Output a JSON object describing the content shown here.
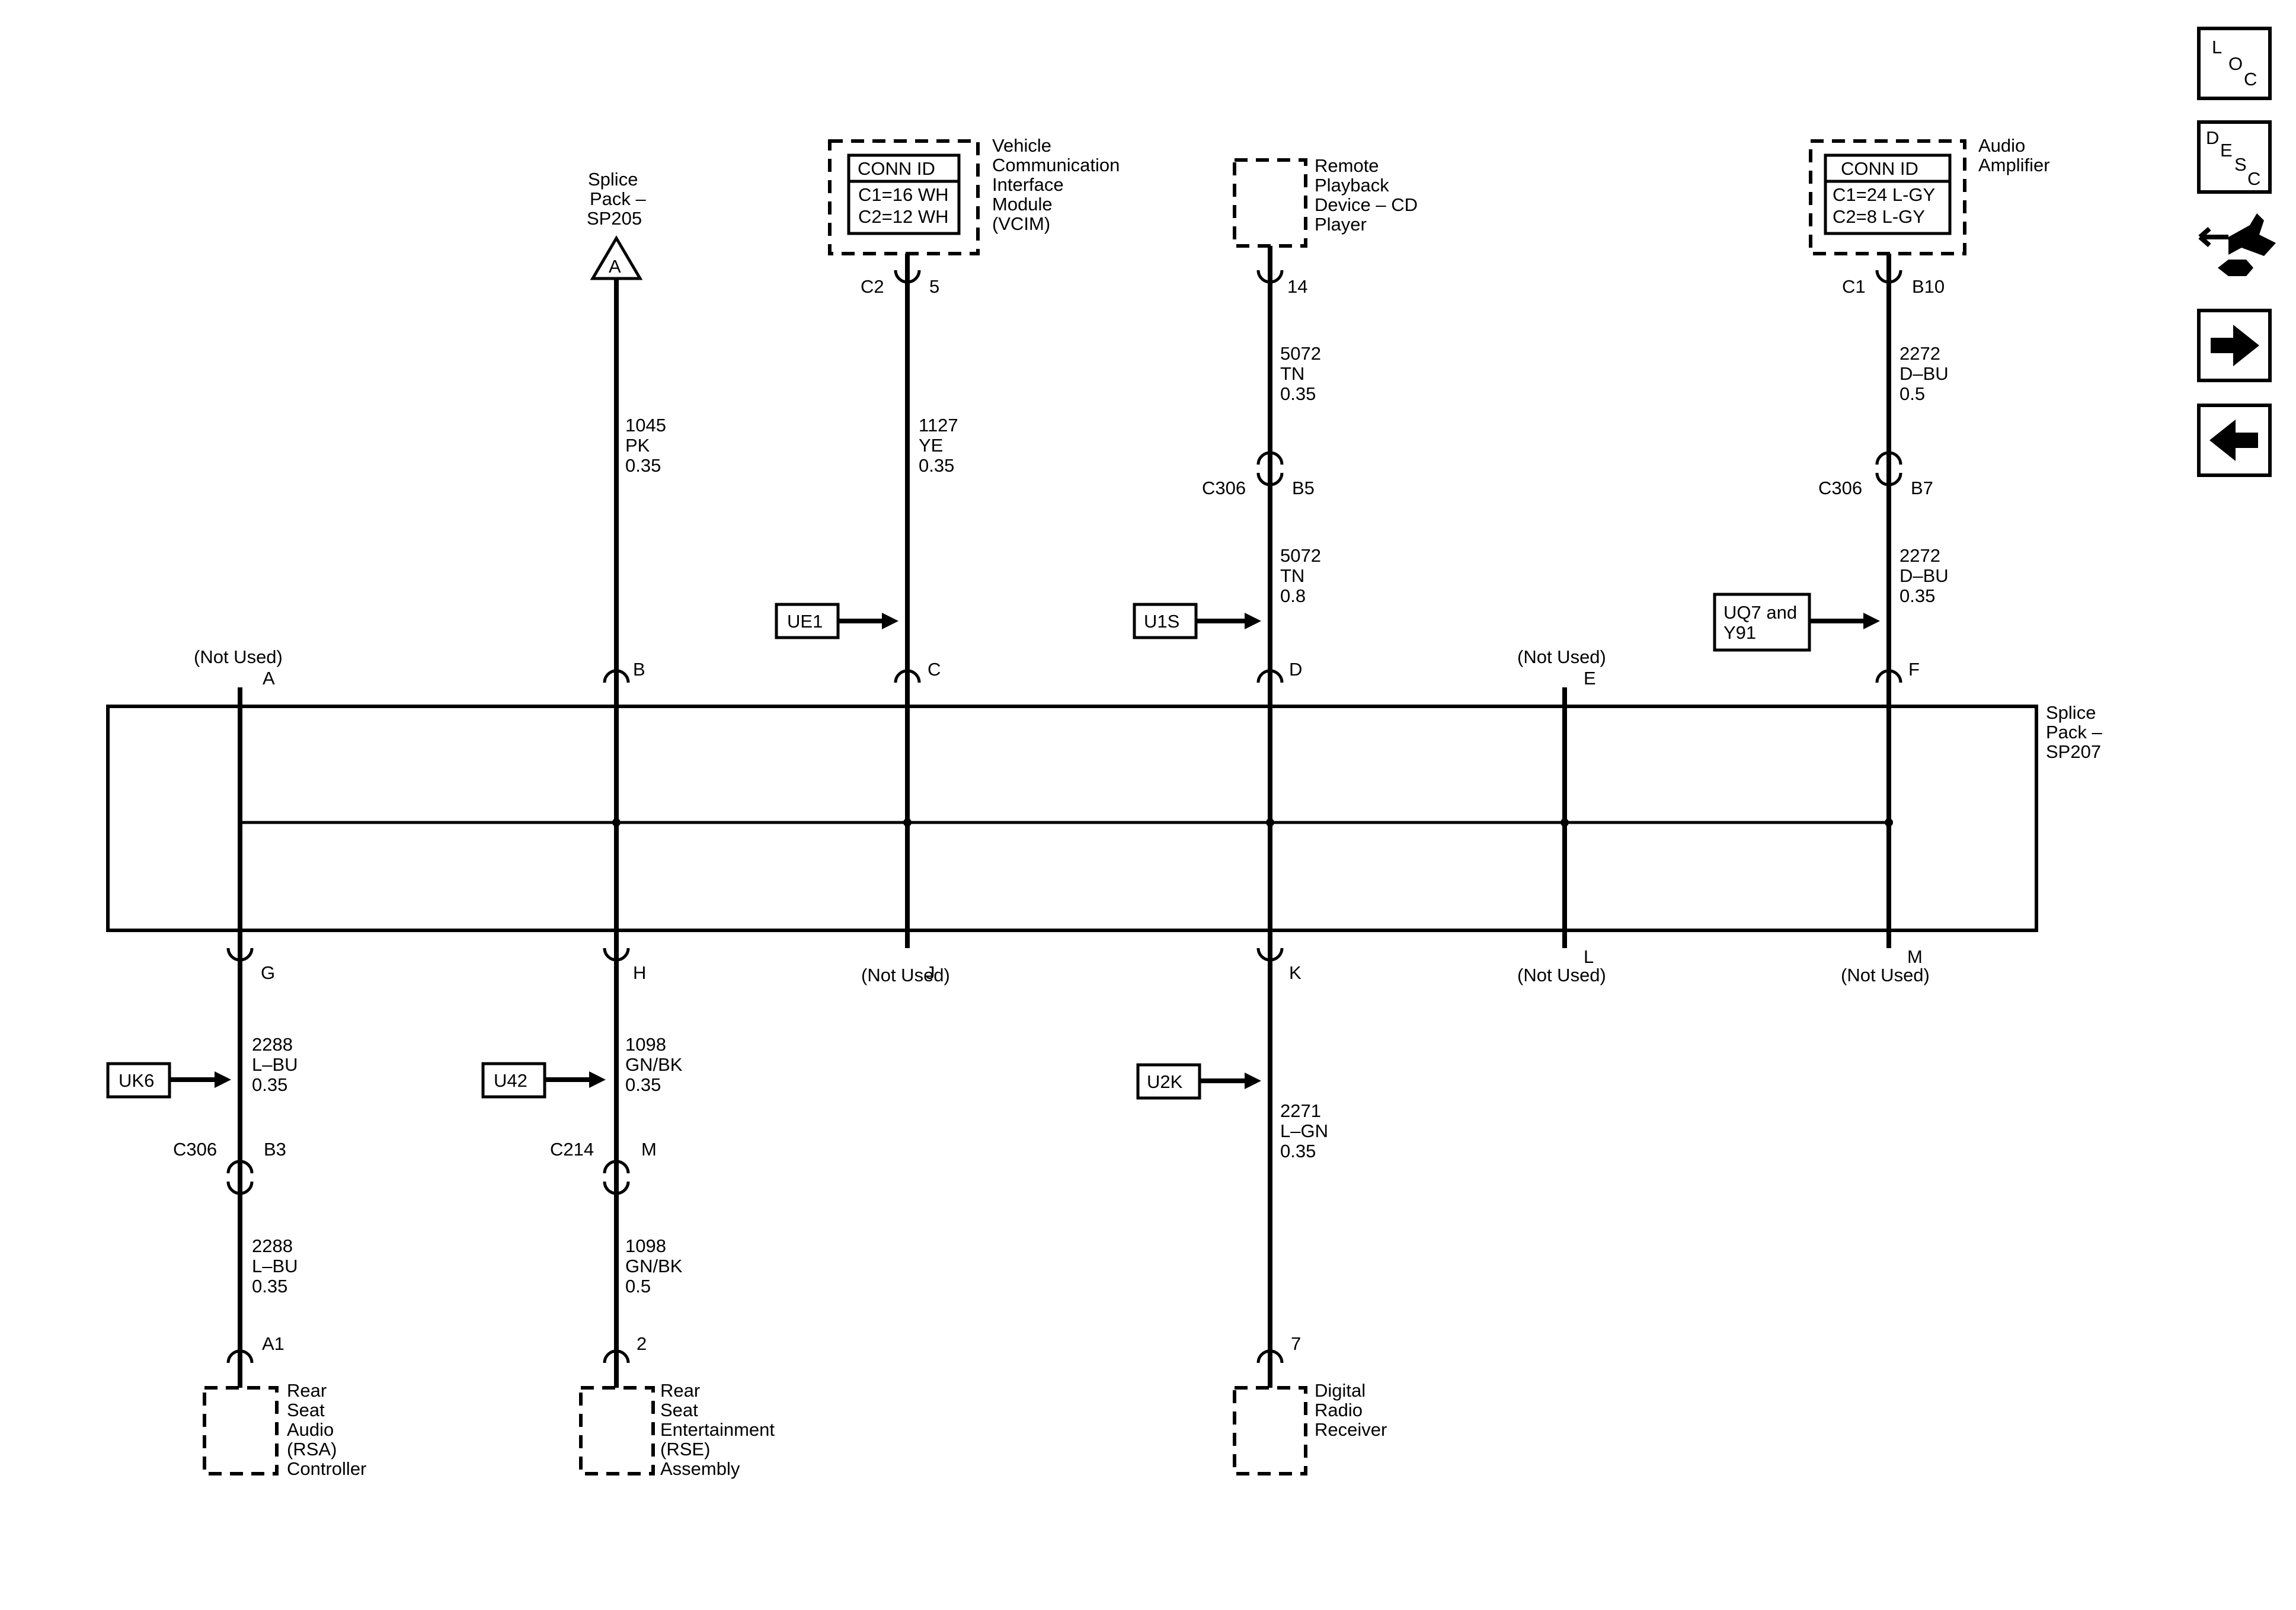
{
  "nav": {
    "loc": {
      "l": "L",
      "o": "O",
      "c": "C"
    },
    "desc": {
      "d": "D",
      "e": "E",
      "s": "S",
      "c": "C"
    },
    "icons": [
      "loc-icon",
      "desc-icon",
      "connector-repair-icon",
      "next-arrow-icon",
      "previous-arrow-icon"
    ]
  },
  "splice": {
    "main": [
      "Splice",
      "Pack –",
      "SP207"
    ],
    "sp205": [
      "Splice",
      "Pack –",
      "SP205"
    ],
    "sp205_marker": "A",
    "pins_top": [
      "A",
      "B",
      "C",
      "D",
      "E",
      "F"
    ],
    "pins_bottom": [
      "G",
      "H",
      "J",
      "K",
      "L",
      "M"
    ],
    "not_used": "(Not Used)"
  },
  "vcim": {
    "name": [
      "Vehicle",
      "Communication",
      "Interface",
      "Module",
      "(VCIM)"
    ],
    "conn_header": "CONN ID",
    "conn_rows": [
      "C1=16 WH",
      "C2=12 WH"
    ],
    "connector": "C2",
    "pin": "5"
  },
  "cd": {
    "name": [
      "Remote",
      "Playback",
      "Device – CD",
      "Player"
    ],
    "pin": "14"
  },
  "amp": {
    "name": [
      "Audio",
      "Amplifier"
    ],
    "conn_header": "CONN ID",
    "conn_rows": [
      "C1=24 L-GY",
      "C2=8 L-GY"
    ],
    "connector": "C1",
    "pin": "B10"
  },
  "wires": {
    "b": [
      "1045",
      "PK",
      "0.35"
    ],
    "c": [
      "1127",
      "YE",
      "0.35"
    ],
    "d1": [
      "5072",
      "TN",
      "0.35"
    ],
    "d2": [
      "5072",
      "TN",
      "0.8"
    ],
    "f1": [
      "2272",
      "D–BU",
      "0.5"
    ],
    "f2": [
      "2272",
      "D–BU",
      "0.35"
    ],
    "g1": [
      "2288",
      "L–BU",
      "0.35"
    ],
    "g2": [
      "2288",
      "L–BU",
      "0.35"
    ],
    "h1": [
      "1098",
      "GN/BK",
      "0.35"
    ],
    "h2": [
      "1098",
      "GN/BK",
      "0.5"
    ],
    "k": [
      "2271",
      "L–GN",
      "0.35"
    ]
  },
  "inline": {
    "d": {
      "connector": "C306",
      "pin": "B5"
    },
    "f": {
      "connector": "C306",
      "pin": "B7"
    },
    "g": {
      "connector": "C306",
      "pin": "B3"
    },
    "h": {
      "connector": "C214",
      "pin": "M"
    }
  },
  "options": {
    "ue1": "UE1",
    "u1s": "U1S",
    "uq7": [
      "UQ7 and",
      "Y91"
    ],
    "uk6": "UK6",
    "u42": "U42",
    "u2k": "U2K"
  },
  "rsa": {
    "name": [
      "Rear",
      "Seat",
      "Audio",
      "(RSA)",
      "Controller"
    ],
    "pin": "A1"
  },
  "rse": {
    "name": [
      "Rear",
      "Seat",
      "Entertainment",
      "(RSE)",
      "Assembly"
    ],
    "pin": "2"
  },
  "drr": {
    "name": [
      "Digital",
      "Radio",
      "Receiver"
    ],
    "pin": "7"
  }
}
